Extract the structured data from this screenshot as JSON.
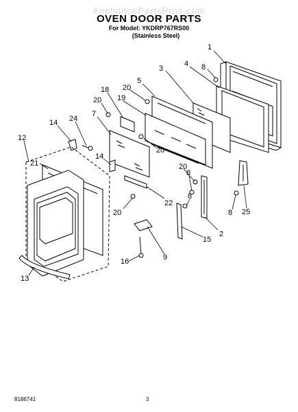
{
  "watermark": "AppliancePartsPros.com",
  "header": {
    "title": "OVEN DOOR PARTS",
    "model_line": "For Model: YKDRP767RS00",
    "finish_line": "(Stainless Steel)"
  },
  "callouts": [
    "1",
    "8",
    "3",
    "4",
    "5",
    "20",
    "18",
    "19",
    "20",
    "7",
    "14",
    "24",
    "20",
    "12",
    "21",
    "14",
    "20",
    "8",
    "22",
    "20",
    "8",
    "25",
    "2",
    "15",
    "9",
    "16",
    "13"
  ],
  "footer": {
    "part_number": "8186741",
    "page": "3"
  }
}
